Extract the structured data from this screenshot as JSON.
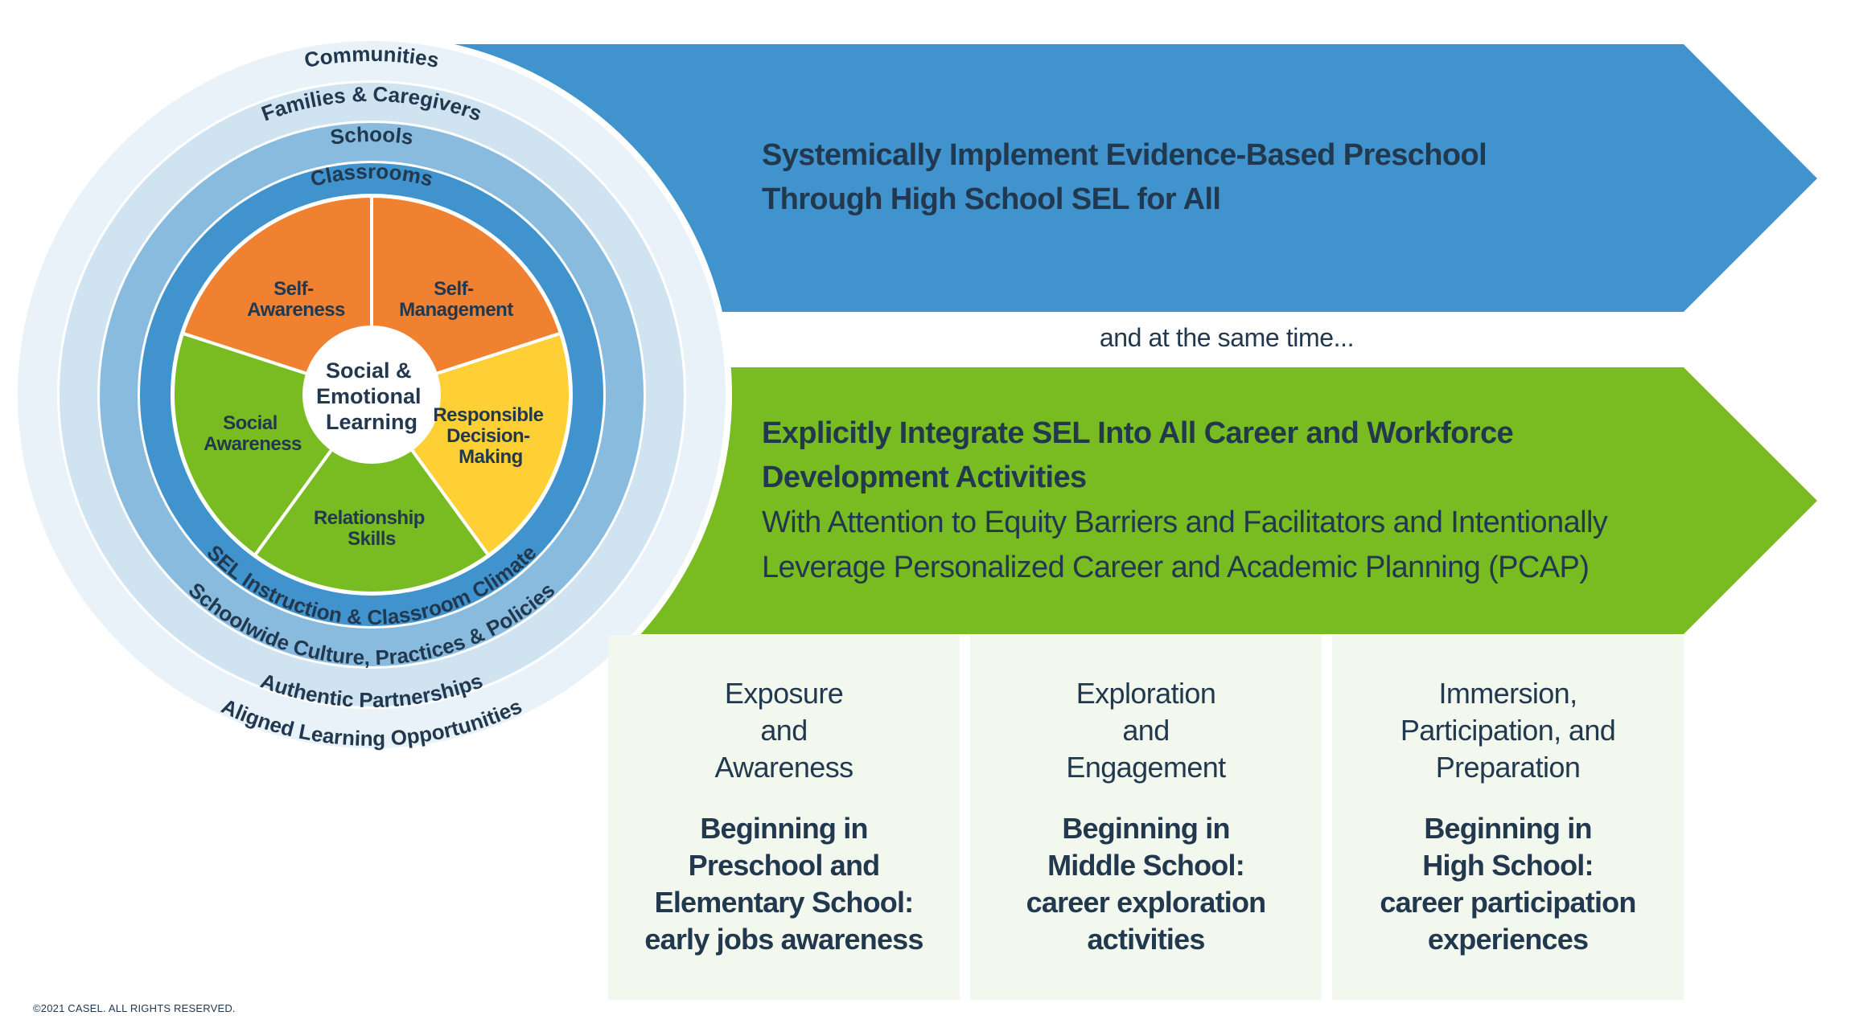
{
  "colors": {
    "text_dark": "#22384e",
    "blue_arrow": "#4093cc",
    "green_arrow": "#79bc22",
    "box_bg": "#f2f8ee",
    "ring_outer": "#eaf2f9",
    "ring_families": "#cfe3f1",
    "ring_schools": "#89bbde",
    "ring_classrooms": "#4093cc",
    "segment_orange": "#ef8130",
    "segment_yellow": "#ffd036",
    "segment_green": "#79bc22"
  },
  "wheel": {
    "center_label": [
      "Social &",
      "Emotional",
      "Learning"
    ],
    "competencies": [
      {
        "lines": [
          "Self-",
          "Awareness"
        ],
        "color": "orange"
      },
      {
        "lines": [
          "Self-",
          "Management"
        ],
        "color": "orange"
      },
      {
        "lines": [
          "Responsible",
          "Decision-",
          "Making"
        ],
        "color": "yellow"
      },
      {
        "lines": [
          "Relationship",
          "Skills"
        ],
        "color": "green"
      },
      {
        "lines": [
          "Social",
          "Awareness"
        ],
        "color": "green"
      }
    ],
    "rings_top": [
      "Communities",
      "Families & Caregivers",
      "Schools",
      "Classrooms"
    ],
    "rings_bottom": [
      "Aligned Learning Opportunities",
      "Authentic Partnerships",
      "Schoolwide Culture, Practices & Policies",
      "SEL Instruction & Classroom Climate"
    ]
  },
  "blue_arrow": {
    "title_lines": [
      "Systemically Implement Evidence-Based Preschool",
      "Through High School SEL for All"
    ]
  },
  "connector": "and at the same time...",
  "green_arrow": {
    "title_lines": [
      "Explicitly Integrate SEL Into All Career and Workforce",
      "Development Activities"
    ],
    "subtitle_lines": [
      "With Attention to Equity Barriers and Facilitators and Intentionally",
      "Leverage Personalized Career and Academic Planning (PCAP)"
    ]
  },
  "stages": [
    {
      "phase": [
        "Exposure",
        "and",
        "Awareness"
      ],
      "start": [
        "Beginning in",
        "Preschool and",
        "Elementary School:",
        "early jobs awareness"
      ]
    },
    {
      "phase": [
        "Exploration",
        "and",
        "Engagement"
      ],
      "start": [
        "Beginning in",
        "Middle School:",
        "career exploration",
        "activities"
      ]
    },
    {
      "phase": [
        "Immersion,",
        "Participation, and",
        "Preparation"
      ],
      "start": [
        "Beginning in",
        "High School:",
        "career participation",
        "experiences"
      ]
    }
  ],
  "copyright": "©2021 CASEL. ALL RIGHTS RESERVED."
}
